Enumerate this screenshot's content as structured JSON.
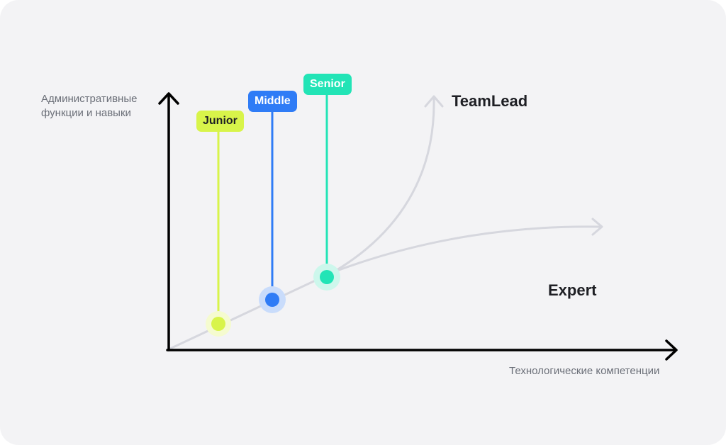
{
  "axes": {
    "y_label": "Административные функции и навыки",
    "x_label": "Технологические компетенции"
  },
  "tracks": {
    "teamlead": "TeamLead",
    "expert": "Expert"
  },
  "levels": [
    {
      "id": "junior",
      "label": "Junior",
      "color": "#d8f44a",
      "halo": "#f5fbcf"
    },
    {
      "id": "middle",
      "label": "Middle",
      "color": "#2f7cf6",
      "halo": "#c9dcfb"
    },
    {
      "id": "senior",
      "label": "Senior",
      "color": "#22e4b6",
      "halo": "#cdf7ec"
    }
  ],
  "colors": {
    "background": "#f3f3f5",
    "axis": "#000000",
    "curve": "#d6d7de"
  }
}
